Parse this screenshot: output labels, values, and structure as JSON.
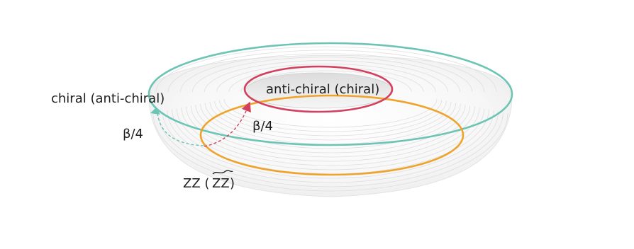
{
  "labels": {
    "outer_loop": "chiral (anti-chiral)",
    "inner_loop": "anti-chiral (chiral)",
    "left_beta": "β/4",
    "center_beta": "β/4",
    "zz_prefix": "ZZ (",
    "zz_tilde": "ZZ",
    "zz_suffix": ")"
  },
  "colors": {
    "outer_loop": "#6cc4b4",
    "inner_loop": "#d3405e",
    "zz_loop": "#f0a32a",
    "surface_line": "#d9d9d9"
  }
}
